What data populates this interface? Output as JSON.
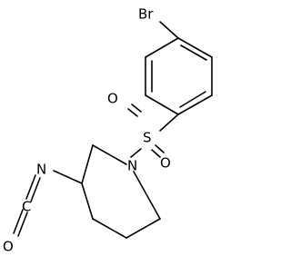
{
  "diagram": {
    "atoms": {
      "br": "Br",
      "s": "S",
      "o_top": "O",
      "o_right": "O",
      "n_ring": "N",
      "n_iso": "N",
      "c_iso": "C",
      "o_iso": "O"
    }
  }
}
